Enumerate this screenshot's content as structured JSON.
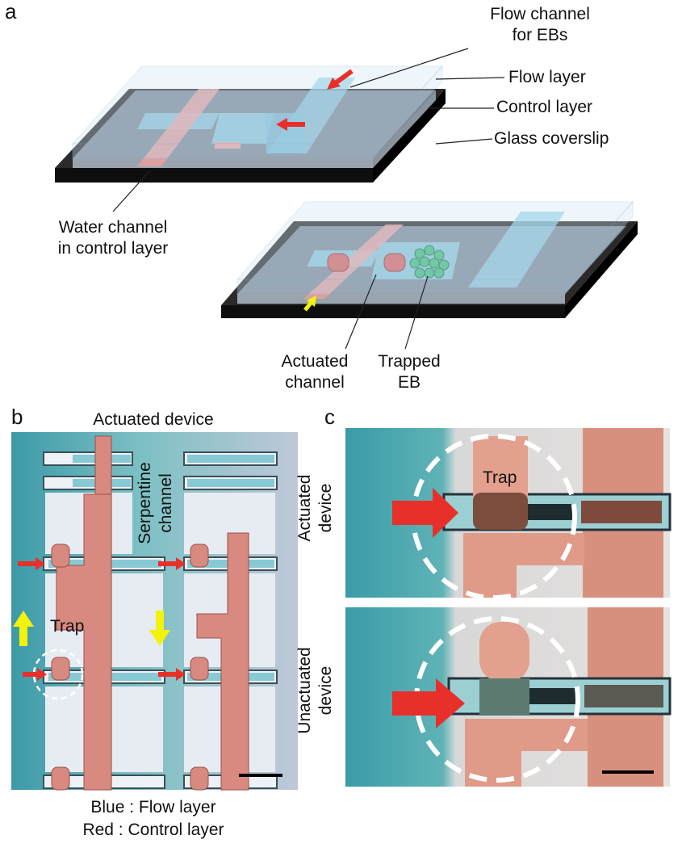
{
  "panel_a": {
    "letter": "a",
    "label_flow_channel": [
      "Flow channel",
      "for EBs"
    ],
    "label_flow_layer": "Flow layer",
    "label_control_layer": "Control layer",
    "label_glass": "Glass coverslip",
    "label_water": [
      "Water channel",
      "in control layer"
    ],
    "label_actuated": [
      "Actuated",
      "channel"
    ],
    "label_trapped": [
      "Trapped",
      "EB"
    ]
  },
  "panel_b": {
    "letter": "b",
    "title": "Actuated device",
    "serpentine": [
      "Serpentine",
      "channel"
    ],
    "trap": "Trap",
    "legend": [
      "Blue : Flow layer",
      "Red : Control layer"
    ]
  },
  "panel_c": {
    "letter": "c",
    "top_side": [
      "Actuated",
      "device"
    ],
    "bottom_side": [
      "Unactuated",
      "device"
    ],
    "trap": "Trap"
  },
  "colors": {
    "flow_blue": "#8fcfe6",
    "control_red": "#e8a0a0",
    "arrow_red": "#e8302a",
    "arrow_yellow": "#f2f20a",
    "substrate_black": "#1a1a1a"
  }
}
